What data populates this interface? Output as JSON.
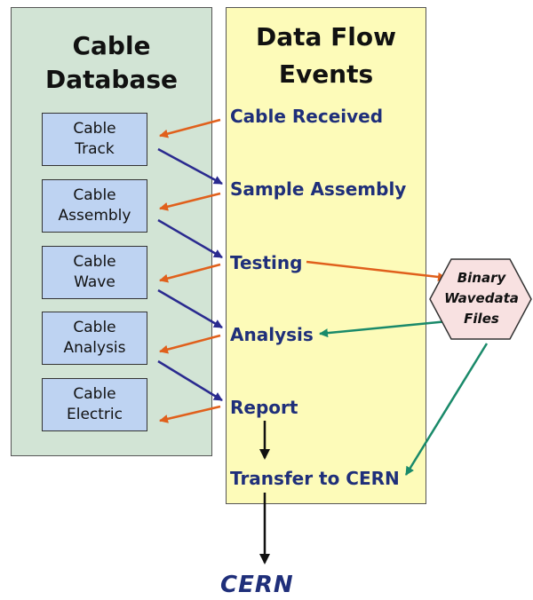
{
  "database": {
    "title_line1": "Cable",
    "title_line2": "Database",
    "boxes": [
      {
        "line1": "Cable",
        "line2": "Track"
      },
      {
        "line1": "Cable",
        "line2": "Assembly"
      },
      {
        "line1": "Cable",
        "line2": "Wave"
      },
      {
        "line1": "Cable",
        "line2": "Analysis"
      },
      {
        "line1": "Cable",
        "line2": "Electric"
      }
    ]
  },
  "dataflow": {
    "title_line1": "Data Flow",
    "title_line2": "Events",
    "events": [
      "Cable Received",
      "Sample Assembly",
      "Testing",
      "Analysis",
      "Report",
      "Transfer to CERN"
    ]
  },
  "files": {
    "line1": "Binary",
    "line2": "Wavedata",
    "line3": "Files"
  },
  "destination": "CERN",
  "colors": {
    "database_bg": "#d2e4d5",
    "dataflow_bg": "#fdfbb9",
    "box_bg": "#bed3f2",
    "hexagon_bg": "#f8e1e1",
    "event_text": "#1f2f7a",
    "arrow_orange": "#e0601c",
    "arrow_navy": "#2a2a8f",
    "arrow_teal": "#1a8a6a",
    "arrow_black": "#111111"
  }
}
